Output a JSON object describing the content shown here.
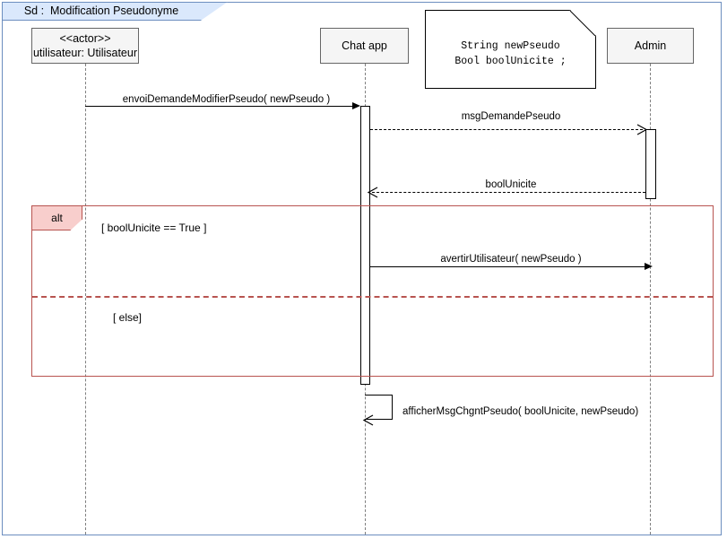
{
  "diagram": {
    "kind": "uml-sequence-diagram",
    "frame_title": "Sd :  Modification Pseudonyme",
    "colors": {
      "frame_border": "#6c8ebf",
      "frame_tab_fill": "#dae8fc",
      "participant_fill": "#f5f5f5",
      "participant_border": "#666666",
      "fragment_border": "#b85450",
      "fragment_tab_fill": "#f8cecc",
      "lifeline": "#7f7f7f",
      "message": "#000000"
    }
  },
  "participants": [
    {
      "id": "utilisateur",
      "stereotype": "<<actor>>",
      "label": "utilisateur: Utilisateur"
    },
    {
      "id": "chatapp",
      "label": "Chat app"
    },
    {
      "id": "admin",
      "label": "Admin"
    }
  ],
  "note": {
    "lines": [
      "String newPseudo",
      "Bool boolUnicite ;"
    ]
  },
  "messages": [
    {
      "id": "m1",
      "label": "envoiDemandeModifierPseudo( newPseudo )",
      "from": "utilisateur",
      "to": "chatapp",
      "style": "solid",
      "arrow": "filled",
      "direction": "right"
    },
    {
      "id": "m2",
      "label": "msgDemandePseudo",
      "from": "chatapp",
      "to": "admin",
      "style": "dashed",
      "arrow": "open",
      "direction": "right"
    },
    {
      "id": "m3",
      "label": "boolUnicite",
      "from": "admin",
      "to": "chatapp",
      "style": "dashed",
      "arrow": "open",
      "direction": "left"
    },
    {
      "id": "m4",
      "label": "avertirUtilisateur( newPseudo )",
      "from": "chatapp",
      "to": "admin",
      "style": "solid",
      "arrow": "filled",
      "direction": "right"
    },
    {
      "id": "m5",
      "label": "afficherMsgChgntPseudo( boolUnicite, newPseudo)",
      "from": "chatapp",
      "to": "chatapp",
      "style": "solid",
      "arrow": "open",
      "direction": "self"
    }
  ],
  "fragment": {
    "operator": "alt",
    "operands": [
      {
        "guard": "[ boolUnicite == True ]"
      },
      {
        "guard": "[ else]"
      }
    ]
  }
}
